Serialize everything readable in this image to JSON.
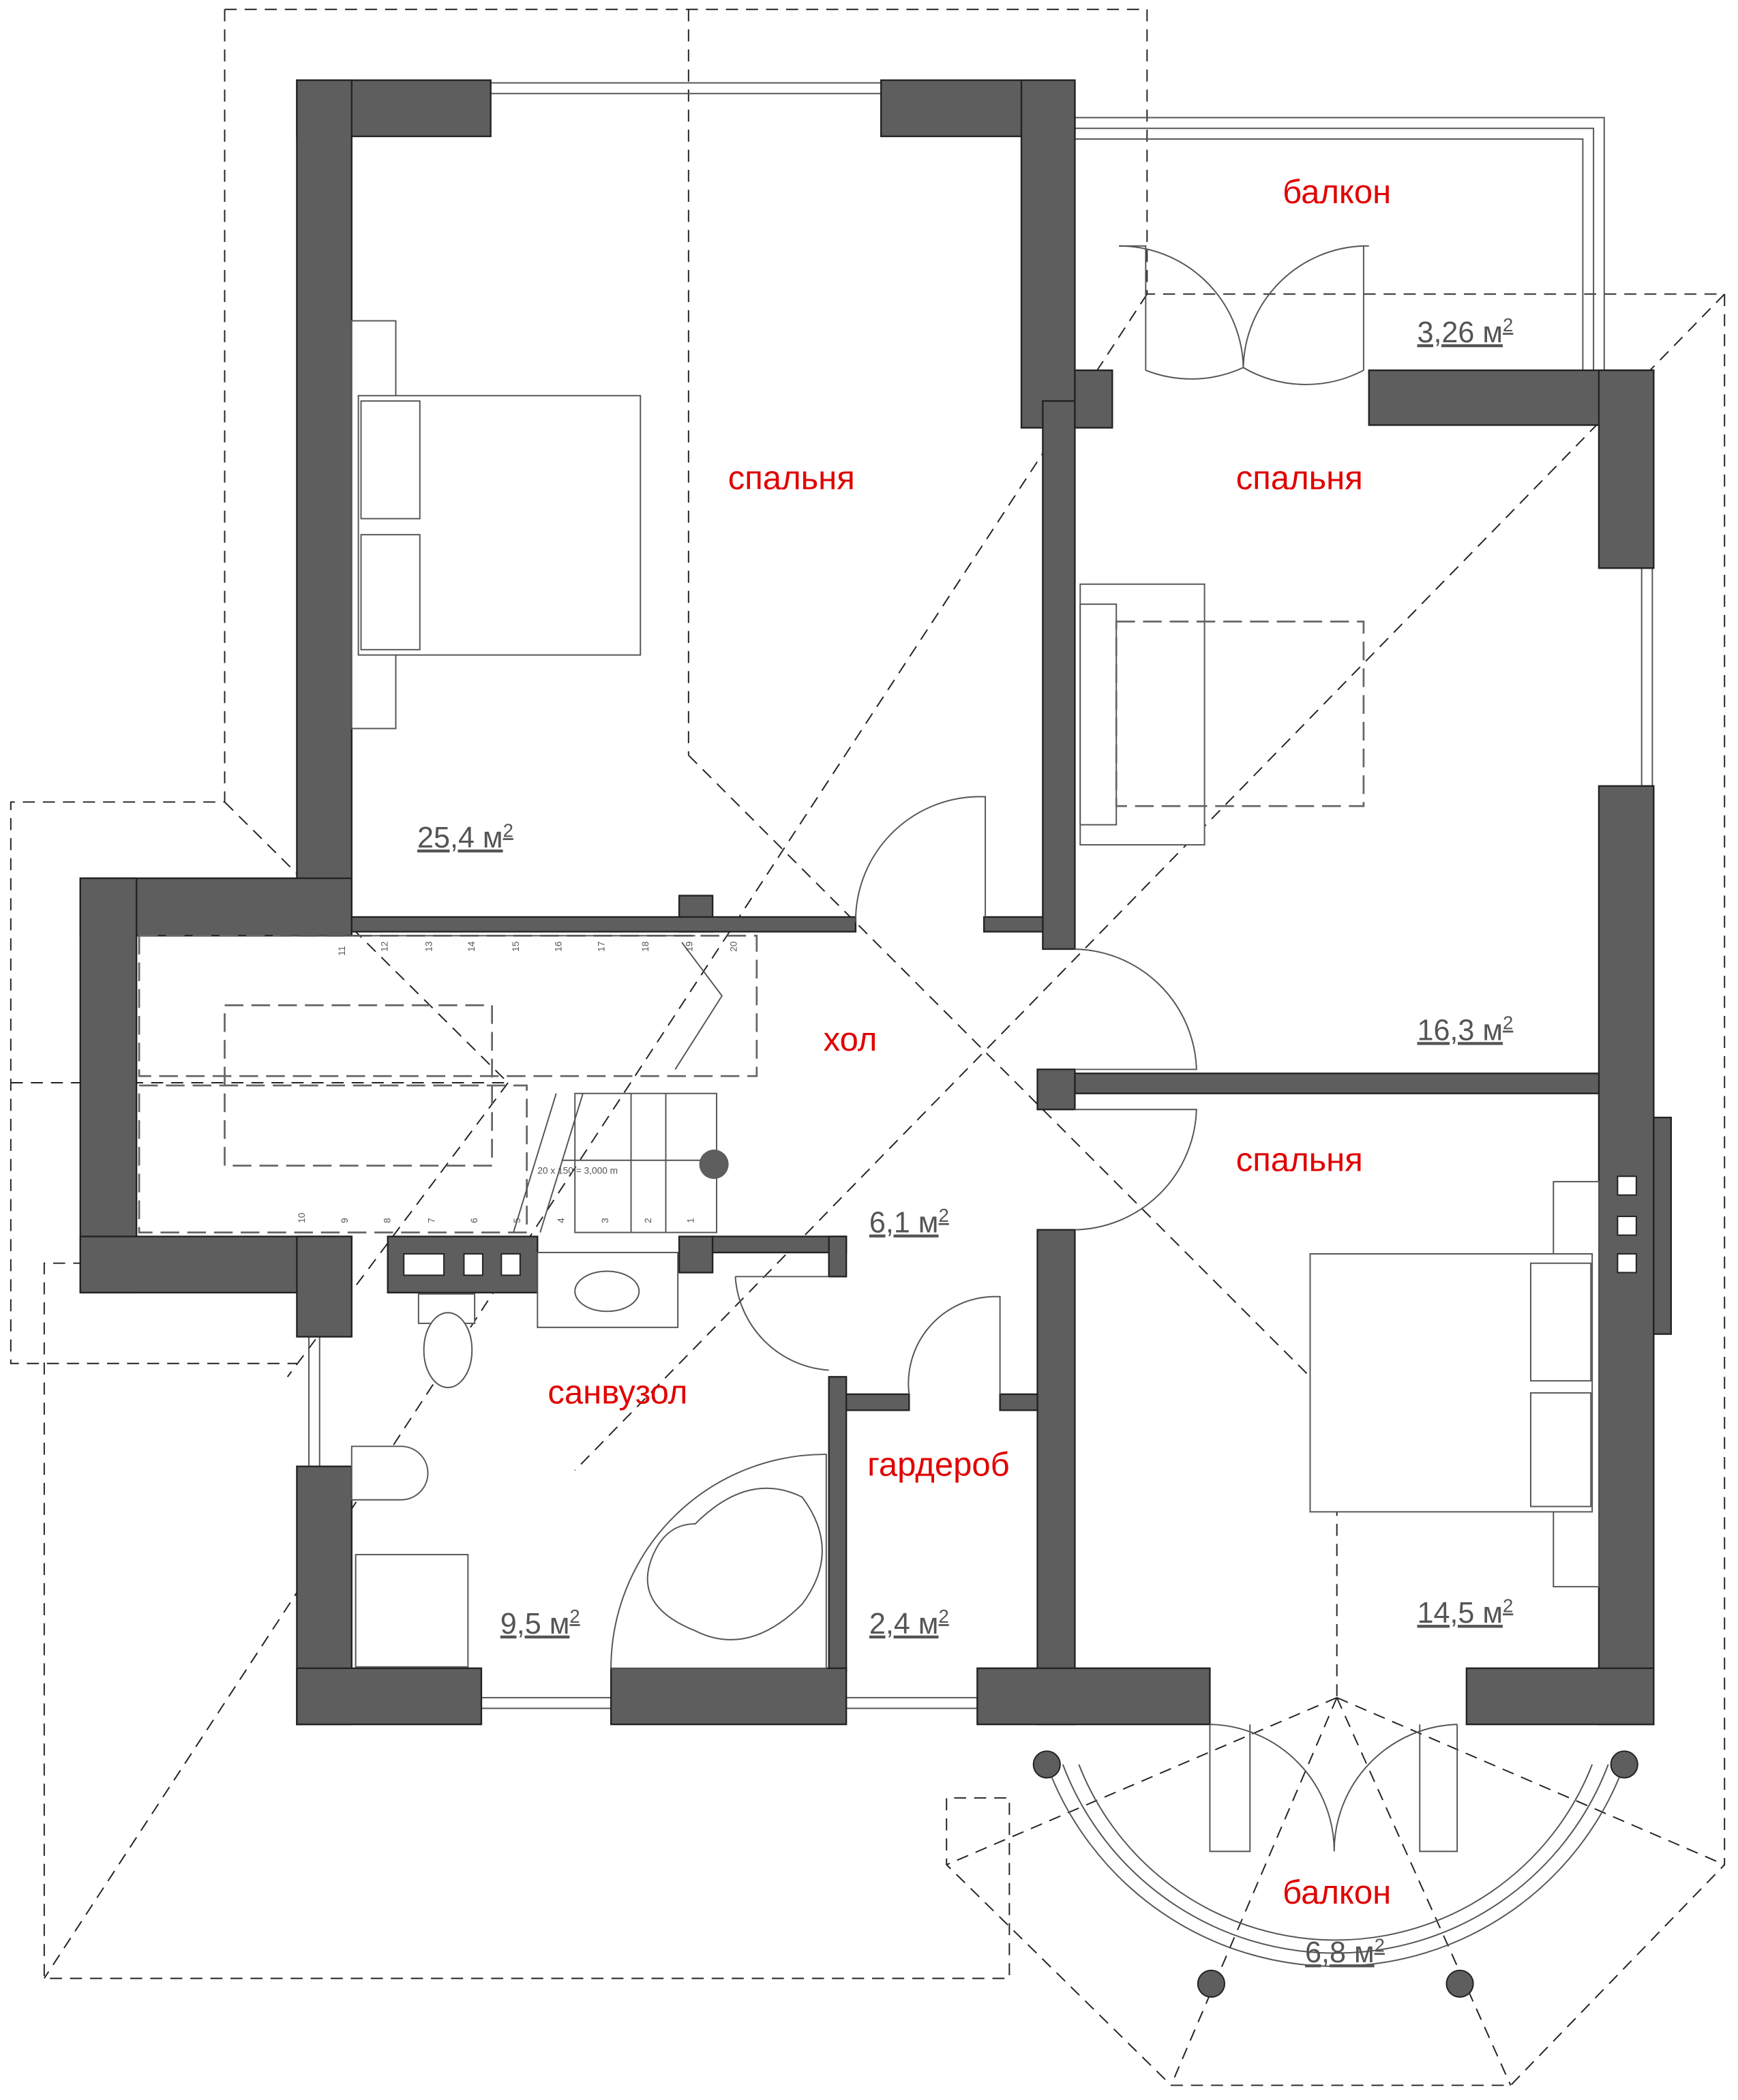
{
  "plan": {
    "rooms": [
      {
        "name": "спальня",
        "area": "25,4 м",
        "sup": "2"
      },
      {
        "name": "спальня",
        "area": "16,3 м",
        "sup": "2"
      },
      {
        "name": "спальня",
        "area": "14,5 м",
        "sup": "2"
      },
      {
        "name": "балкон",
        "area": "3,26 м",
        "sup": "2"
      },
      {
        "name": "балкон",
        "area": "6,8 м",
        "sup": "2"
      },
      {
        "name": "хол",
        "area": "6,1 м",
        "sup": "2"
      },
      {
        "name": "санвузол",
        "area": "9,5 м",
        "sup": "2"
      },
      {
        "name": "гардероб",
        "area": "2,4 м",
        "sup": "2"
      }
    ],
    "stair_steps": [
      "1",
      "2",
      "3",
      "4",
      "5",
      "6",
      "7",
      "8",
      "9",
      "10",
      "11",
      "12",
      "13",
      "14",
      "15",
      "16",
      "17",
      "18",
      "19",
      "20"
    ],
    "stair_note": "20 x 150 = 3,000 m",
    "colors": {
      "wall": "#5e5e5e",
      "label": "#e00000",
      "area": "#555555"
    }
  }
}
